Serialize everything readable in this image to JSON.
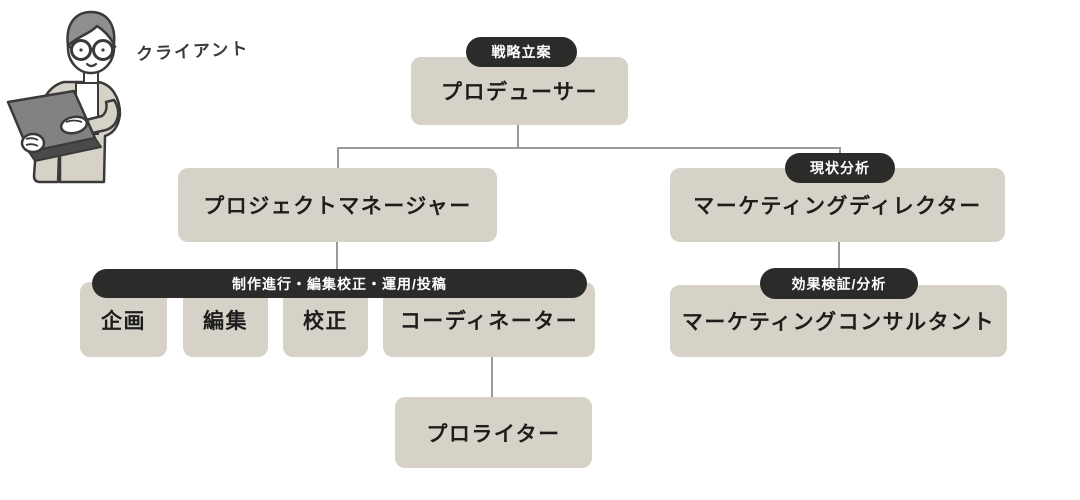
{
  "illustration": {
    "label": "クライアント",
    "icon": "person-with-laptop-icon"
  },
  "colors": {
    "node_bg": "#d6d2c7",
    "badge_bg": "#2b2b29",
    "badge_text": "#ffffff",
    "node_text": "#1d1d1b",
    "connector": "#9a9a9a",
    "background": "#ffffff"
  },
  "org": {
    "producer": {
      "label": "プロデューサー",
      "badge": "戦略立案"
    },
    "project_manager": {
      "label": "プロジェクトマネージャー"
    },
    "marketing_director": {
      "label": "マーケティングディレクター",
      "badge": "現状分析"
    },
    "production_tasks_badge": "制作進行・編集校正・運用/投稿",
    "planning": {
      "label": "企画"
    },
    "editing": {
      "label": "編集"
    },
    "proofreading": {
      "label": "校正"
    },
    "coordinator": {
      "label": "コーディネーター"
    },
    "pro_writer": {
      "label": "プロライター"
    },
    "marketing_consultant": {
      "label": "マーケティングコンサルタント",
      "badge": "効果検証/分析"
    }
  }
}
